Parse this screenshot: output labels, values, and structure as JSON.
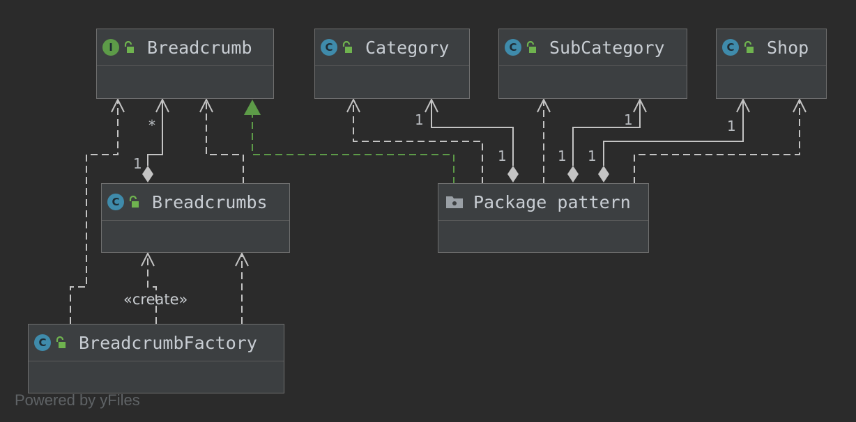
{
  "colors": {
    "background": "#2b2b2b",
    "node_fill": "#3c3f41",
    "node_border": "#6f6f6f",
    "edge": "#c4c4c4",
    "realization": "#5d9b48",
    "class_badge": "#3f8bab",
    "interface_badge": "#5d9b48"
  },
  "nodes": {
    "breadcrumb": {
      "name": "Breadcrumb",
      "kind": "I",
      "kind_icon": "interface-badge-icon"
    },
    "category": {
      "name": "Category",
      "kind": "C",
      "kind_icon": "class-badge-icon"
    },
    "subcategory": {
      "name": "SubCategory",
      "kind": "C",
      "kind_icon": "class-badge-icon"
    },
    "shop": {
      "name": "Shop",
      "kind": "C",
      "kind_icon": "class-badge-icon"
    },
    "breadcrumbs": {
      "name": "Breadcrumbs",
      "kind": "C",
      "kind_icon": "class-badge-icon"
    },
    "package": {
      "name": "Package pattern",
      "kind_icon": "folder-icon"
    },
    "factory": {
      "name": "BreadcrumbFactory",
      "kind": "C",
      "kind_icon": "class-badge-icon"
    }
  },
  "labels": {
    "multiplicity_many": "*",
    "multiplicity_one": "1",
    "create_stereotype": "«create»"
  },
  "footer": "Powered by yFiles"
}
